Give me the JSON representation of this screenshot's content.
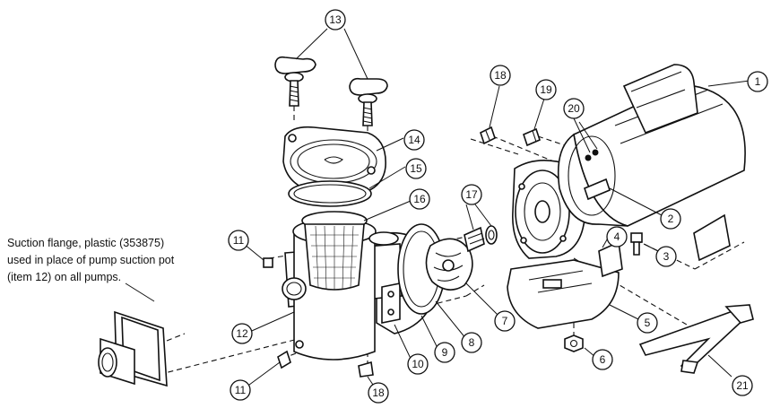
{
  "note": {
    "line1": "Suction flange, plastic (353875)",
    "line2": "used in place of pump suction pot",
    "line3": "(item 12) on all pumps."
  },
  "callouts": [
    "1",
    "2",
    "3",
    "4",
    "5",
    "6",
    "7",
    "8",
    "9",
    "10",
    "11",
    "11",
    "12",
    "13",
    "14",
    "15",
    "16",
    "17",
    "18",
    "18",
    "19",
    "20",
    "21"
  ]
}
